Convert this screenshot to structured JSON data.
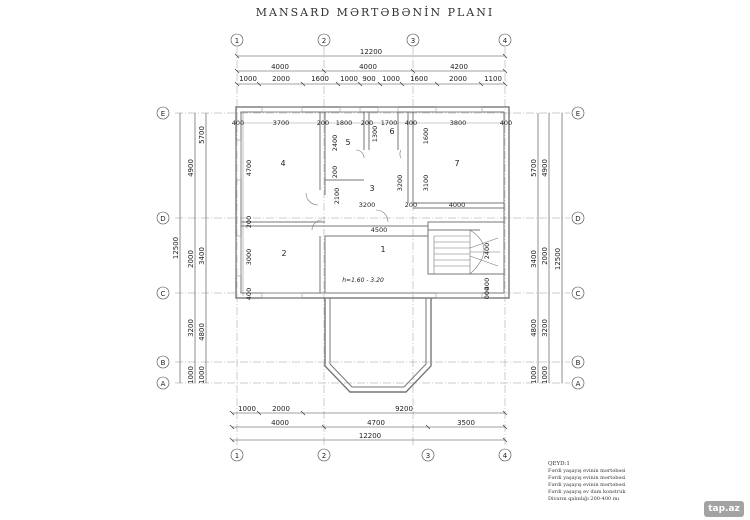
{
  "title": "MANSARD MƏRTƏBƏNİN PLANI",
  "axes": {
    "columns": [
      "1",
      "2",
      "3",
      "4"
    ],
    "rows": [
      "E",
      "D",
      "C",
      "B",
      "A"
    ]
  },
  "dimensions": {
    "top_total": "12200",
    "top_chain1": [
      "4000",
      "4000",
      "4200"
    ],
    "top_chain2": [
      "1000",
      "2000",
      "1600",
      "1000",
      "900",
      "1000",
      "1600",
      "2000",
      "1100"
    ],
    "bottom_chain1": [
      "1000",
      "2000",
      "9200"
    ],
    "bottom_chain2": [
      "4000",
      "4700",
      "3500"
    ],
    "bottom_total": "12200",
    "left_outer": [
      "5700",
      "3400",
      "4800",
      "1000"
    ],
    "left_inner": [
      "4900",
      "2000",
      "3200",
      "1000"
    ],
    "left_total": "12500",
    "right_outer": [
      "5700",
      "3400",
      "4800",
      "1000"
    ],
    "right_inner": [
      "4900",
      "2000",
      "3200",
      "1000"
    ],
    "right_total": "12500",
    "interior": {
      "w400_l": "400",
      "w3700": "3700",
      "w200_a": "200",
      "w1800": "1800",
      "w200_b": "200",
      "w1700": "1700",
      "w400_m": "400",
      "w3800": "3800",
      "w400_r": "400",
      "w1300": "1300",
      "w1600": "1600",
      "w2400": "2400",
      "w4700": "4700",
      "w200_c": "200",
      "w2100": "2100",
      "w3200_v": "3200",
      "w3100": "3100",
      "w3200_h": "3200",
      "w200_d": "200",
      "w4000": "4000",
      "w200_e": "200",
      "w4500": "4500",
      "w3000": "3000",
      "w400_c": "400",
      "w2400_st": "2400",
      "w400_st": "400",
      "w000_st": "000"
    }
  },
  "rooms": [
    "1",
    "2",
    "3",
    "4",
    "5",
    "6",
    "7"
  ],
  "height_note": "h=1.60 - 3.20",
  "notes": {
    "heading": "QEYD:1",
    "lines": [
      "Fərdi yaşayış evinin mərtəbəsi",
      "Fərdi yaşayış evinin mərtəbəsi",
      "Fərdi yaşayış evinin mərtəbəsi",
      "Fərdi yaşayış ev dam konstruk",
      "Divarın qalınlığı 200-400 mı"
    ]
  },
  "watermark": "tap.az"
}
